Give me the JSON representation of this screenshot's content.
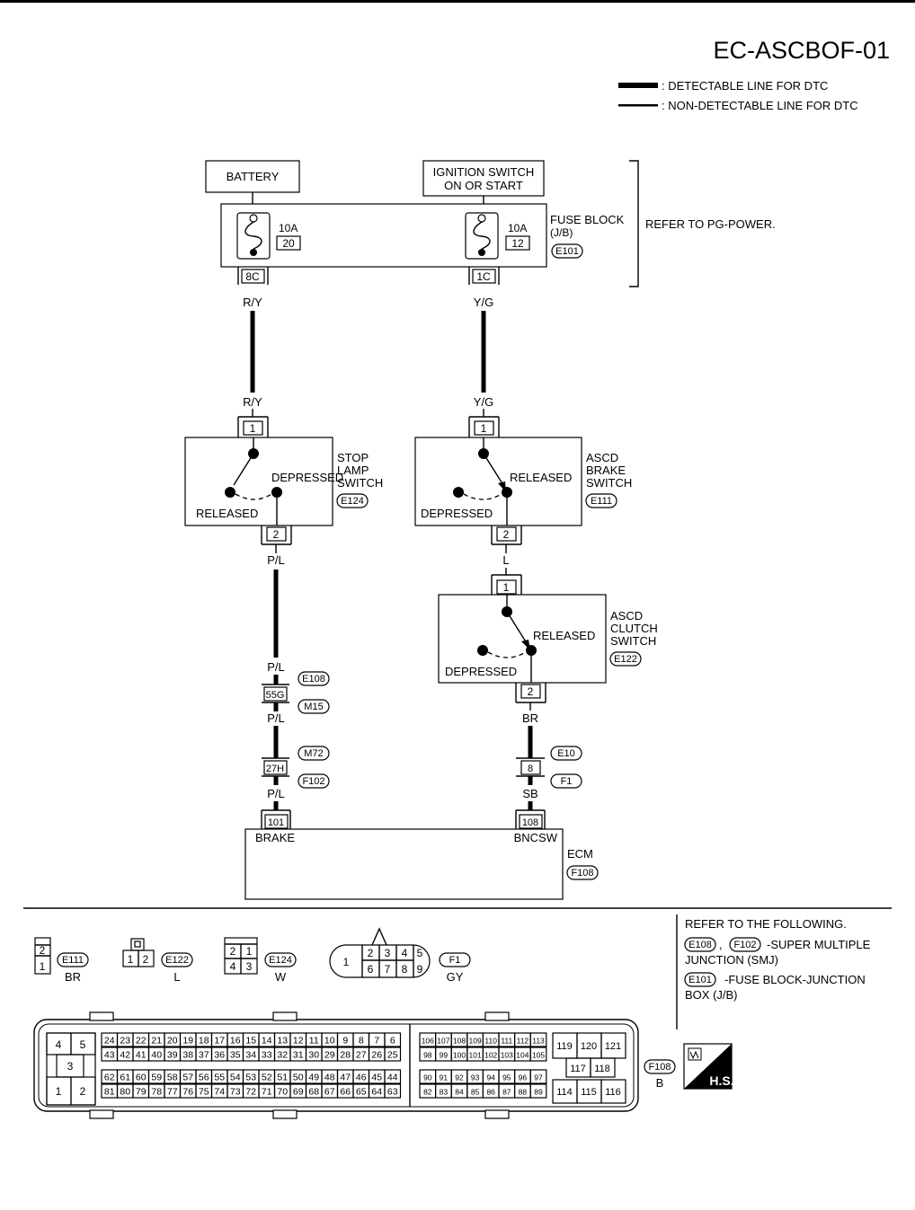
{
  "header": {
    "title": "EC-ASCBOF-01",
    "legend": {
      "detectable": ": DETECTABLE LINE FOR DTC",
      "non_detectable": ": NON-DETECTABLE LINE FOR DTC"
    }
  },
  "power": {
    "battery": "BATTERY",
    "ignition_line1": "IGNITION SWITCH",
    "ignition_line2": "ON OR START",
    "fuse_left_amp": "10A",
    "fuse_left_num": "20",
    "fuse_right_amp": "10A",
    "fuse_right_num": "12",
    "fuse_block_line1": "FUSE BLOCK",
    "fuse_block_line2": "(J/B)",
    "fuse_block_conn": "E101",
    "refer": "REFER TO PG-POWER.",
    "term_left": "8C",
    "term_right": "1C"
  },
  "wires": {
    "ry": "R/Y",
    "yg": "Y/G",
    "pl": "P/L",
    "l": "L",
    "br": "BR",
    "sb": "SB"
  },
  "stop_lamp_switch": {
    "line1": "STOP",
    "line2": "LAMP",
    "line3": "SWITCH",
    "conn": "E124",
    "pin_in": "1",
    "pin_out": "2",
    "depressed": "DEPRESSED",
    "released": "RELEASED"
  },
  "ascd_brake_switch": {
    "line1": "ASCD",
    "line2": "BRAKE",
    "line3": "SWITCH",
    "conn": "E111",
    "pin_in": "1",
    "pin_out": "2",
    "released": "RELEASED",
    "depressed": "DEPRESSED"
  },
  "ascd_clutch_switch": {
    "line1": "ASCD",
    "line2": "CLUTCH",
    "line3": "SWITCH",
    "conn": "E122",
    "pin_in": "1",
    "pin_out": "2",
    "released": "RELEASED",
    "depressed": "DEPRESSED"
  },
  "junctions": {
    "j1_term": "55G",
    "j1_conn_a": "E108",
    "j1_conn_b": "M15",
    "j2_term": "27H",
    "j2_conn_a": "M72",
    "j2_conn_b": "F102",
    "j3_term": "8",
    "j3_conn_a": "E10",
    "j3_conn_b": "F1"
  },
  "ecm": {
    "label": "ECM",
    "conn": "F108",
    "pin_brake": "101",
    "pin_bncsw": "108",
    "brake": "BRAKE",
    "bncsw": "BNCSW"
  },
  "connector_views": {
    "e111": {
      "conn": "E111",
      "color": "BR",
      "pins": [
        "2",
        "1"
      ]
    },
    "e122": {
      "conn": "E122",
      "color": "L",
      "pins": [
        "1",
        "2"
      ]
    },
    "e124": {
      "conn": "E124",
      "color": "W",
      "pins": [
        "2",
        "1",
        "4",
        "3"
      ]
    },
    "f1": {
      "conn": "F1",
      "color": "GY",
      "pins": [
        "1",
        "2",
        "3",
        "4",
        "5",
        "6",
        "7",
        "8",
        "9"
      ]
    },
    "f108": {
      "conn": "F108",
      "color": "B"
    }
  },
  "refer_block": {
    "line1": "REFER TO THE FOLLOWING.",
    "c1": "E108",
    "c2": "F102",
    "line2": "-SUPER MULTIPLE",
    "line3": "JUNCTION (SMJ)",
    "c3": "E101",
    "line4": "-FUSE BLOCK-JUNCTION",
    "line5": "BOX (J/B)"
  },
  "ecm_connector": {
    "left_top": [
      "4",
      "5"
    ],
    "left_mid": "3",
    "left_bot": [
      "1",
      "2"
    ],
    "row1": [
      "24",
      "23",
      "22",
      "21",
      "20",
      "19",
      "18",
      "17",
      "16",
      "15",
      "14",
      "13",
      "12",
      "11",
      "10",
      "9",
      "8",
      "7",
      "6"
    ],
    "row2": [
      "43",
      "42",
      "41",
      "40",
      "39",
      "38",
      "37",
      "36",
      "35",
      "34",
      "33",
      "32",
      "31",
      "30",
      "29",
      "28",
      "27",
      "26",
      "25"
    ],
    "row3": [
      "62",
      "61",
      "60",
      "59",
      "58",
      "57",
      "56",
      "55",
      "54",
      "53",
      "52",
      "51",
      "50",
      "49",
      "48",
      "47",
      "46",
      "45",
      "44"
    ],
    "row4": [
      "81",
      "80",
      "79",
      "78",
      "77",
      "76",
      "75",
      "74",
      "73",
      "72",
      "71",
      "70",
      "69",
      "68",
      "67",
      "66",
      "65",
      "64",
      "63"
    ],
    "mid1": [
      "106",
      "107",
      "108",
      "109",
      "110",
      "111",
      "112",
      "113"
    ],
    "mid2": [
      "98",
      "99",
      "100",
      "101",
      "102",
      "103",
      "104",
      "105"
    ],
    "mid3": [
      "90",
      "91",
      "92",
      "93",
      "94",
      "95",
      "96",
      "97"
    ],
    "mid4": [
      "82",
      "83",
      "84",
      "85",
      "86",
      "87",
      "88",
      "89"
    ],
    "right_top": [
      "119",
      "120",
      "121"
    ],
    "right_mid": [
      "117",
      "118"
    ],
    "right_bot": [
      "114",
      "115",
      "116"
    ]
  },
  "hs_badge": "H.S."
}
